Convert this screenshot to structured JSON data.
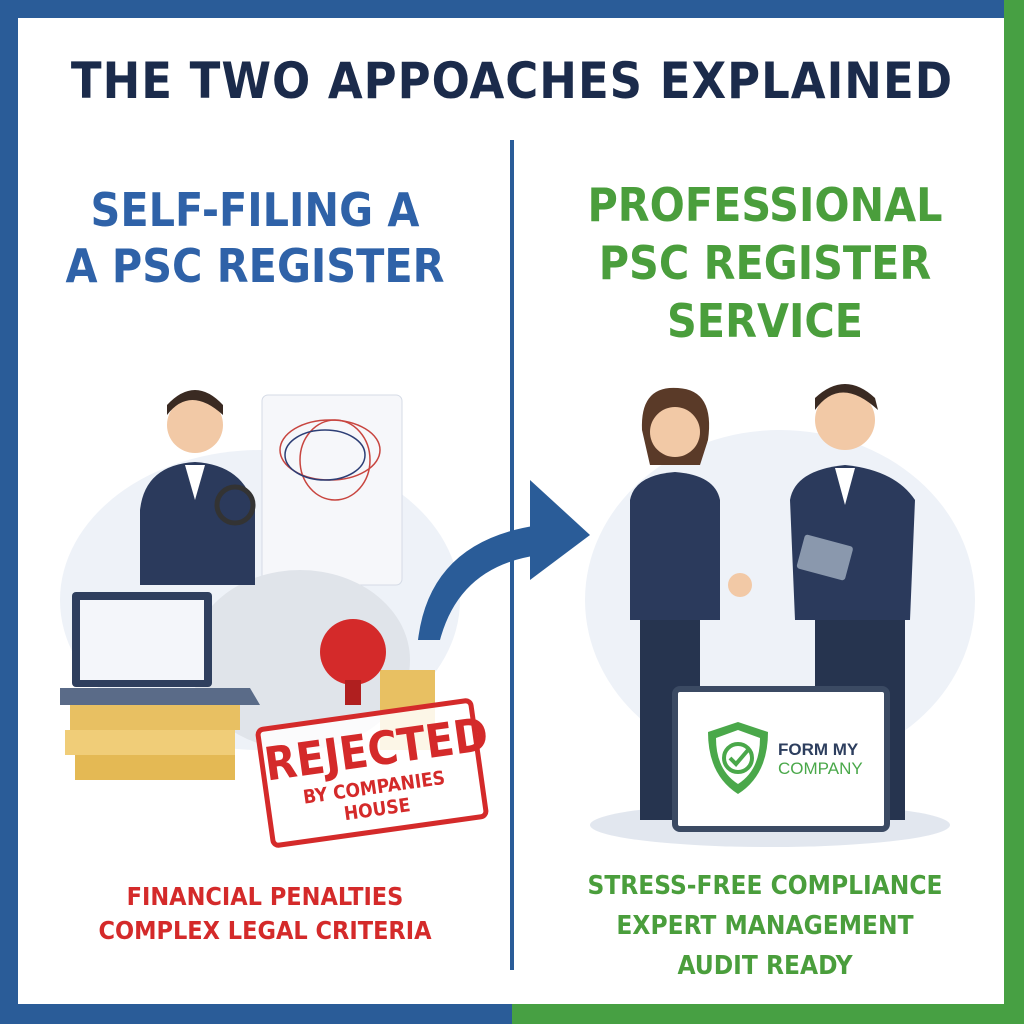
{
  "title": "THE TWO APPOACHES EXPLAINED",
  "left": {
    "heading_lines": [
      "SELF-FILING A",
      "A PSC REGISTER"
    ],
    "stamp": {
      "main": "REJECTED",
      "sub": "BY COMPANIES HOUSE"
    },
    "points": [
      "FINANCIAL PENALTIES",
      "COMPLEX LEGAL CRITERIA"
    ]
  },
  "right": {
    "heading_lines": [
      "PROFESSIONAL",
      "PSC REGISTER",
      "SERVICE"
    ],
    "logo": {
      "line1": "FORM MY",
      "line2": "COMPANY"
    },
    "points": [
      "STRESS-FREE COMPLIANCE",
      "EXPERT MANAGEMENT",
      "AUDIT READY"
    ]
  },
  "colors": {
    "blue": "#2a5c98",
    "green": "#47a043",
    "red": "#d42a2a",
    "navy": "#1b2b4b"
  }
}
